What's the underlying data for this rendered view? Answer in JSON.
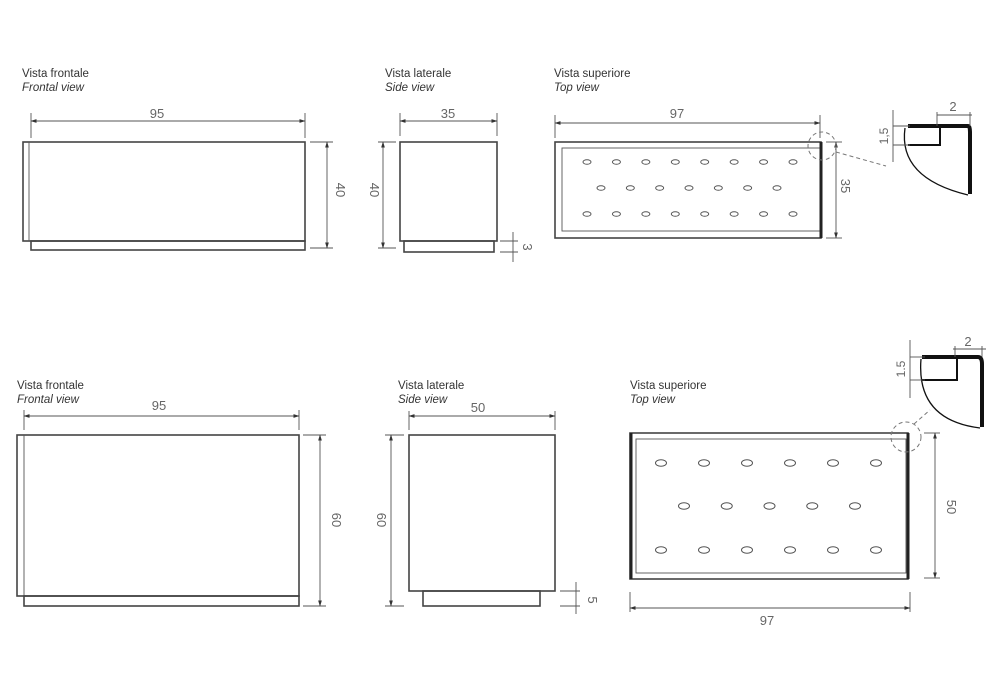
{
  "views": {
    "top_row": {
      "frontal": {
        "title": "Vista frontale",
        "subtitle": "Frontal view",
        "width": "95",
        "height": "40"
      },
      "side": {
        "title": "Vista laterale",
        "subtitle": "Side view",
        "width": "35",
        "height": "40",
        "base": "3"
      },
      "top": {
        "title": "Vista superiore",
        "subtitle": "Top view",
        "width": "97",
        "depth": "35",
        "holes_per_row": [
          8,
          7,
          8
        ]
      },
      "detail": {
        "thickness": "1,5",
        "lip": "2"
      }
    },
    "bottom_row": {
      "frontal": {
        "title": "Vista frontale",
        "subtitle": "Frontal view",
        "width": "95",
        "height": "60"
      },
      "side": {
        "title": "Vista laterale",
        "subtitle": "Side view",
        "width": "50",
        "height": "60",
        "base": "5"
      },
      "top": {
        "title": "Vista superiore",
        "subtitle": "Top view",
        "width": "97",
        "depth": "50",
        "holes_per_row": [
          6,
          5,
          6
        ]
      },
      "detail": {
        "thickness": "1.5",
        "lip": "2"
      }
    }
  }
}
